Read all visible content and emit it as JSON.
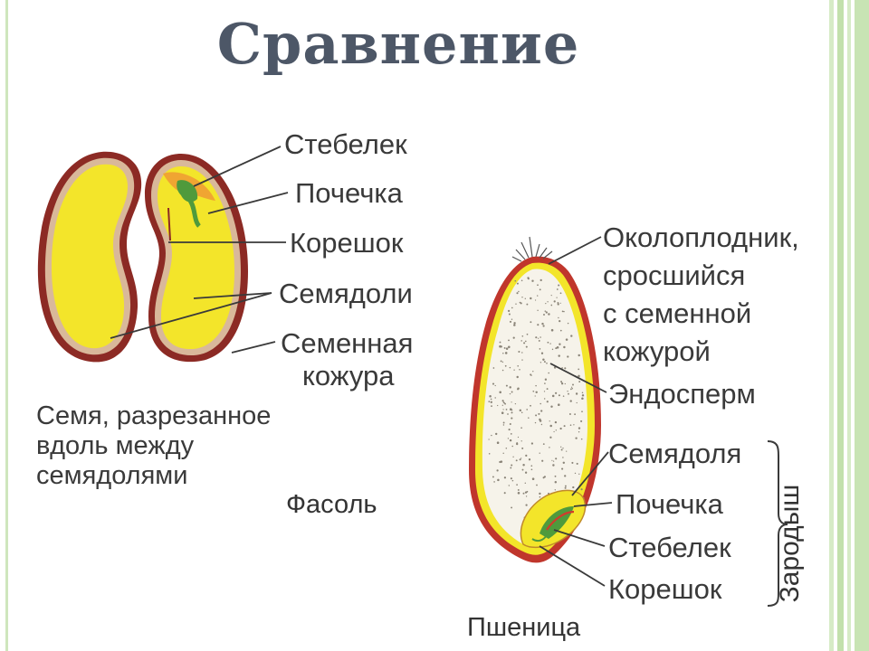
{
  "title": "Сравнение",
  "bean": {
    "labels": {
      "stem": "Стебелек",
      "bud": "Почечка",
      "root": "Корешок",
      "cotyledons": "Семядоли",
      "coat_line1": "Семенная",
      "coat_line2": "кожура"
    },
    "caption_lines": [
      "Семя, разрезанное",
      "вдоль между",
      "семядолями"
    ],
    "name": "Фасоль"
  },
  "wheat": {
    "labels": {
      "pericarp_lines": [
        "Околоплодник,",
        "сросшийся",
        "с семенной",
        "кожурой"
      ],
      "endosperm": "Эндосперм",
      "cotyledon": "Семядоля",
      "bud": "Почечка",
      "stem": "Стебелек",
      "root": "Корешок"
    },
    "embryo_label": "Зародыш",
    "name": "Пшеница"
  },
  "colors": {
    "title": "#4d5767",
    "seed_yellow": "#f3e52a",
    "seed_coat_red": "#c0362c",
    "seed_coat_dark": "#5a3a32",
    "stripe_green": "#bfe0a8",
    "leaf_green": "#4f9a3c"
  }
}
